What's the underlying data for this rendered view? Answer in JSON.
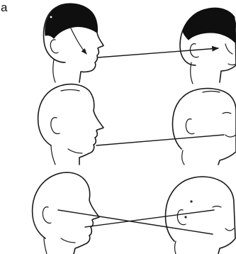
{
  "figure": {
    "label": "a"
  },
  "rows": [
    {
      "id": "top",
      "left_head": {
        "cap": "dark",
        "facing": "right"
      },
      "right_head": {
        "cap": "dark",
        "facing": "right"
      },
      "connection": "left-head-to-right-head-straight-arrow"
    },
    {
      "id": "middle",
      "left_head": {
        "cap": "none",
        "facing": "right"
      },
      "right_head": {
        "cap": "none",
        "facing": "right"
      },
      "connection": "chin-to-mouth-straight-line"
    },
    {
      "id": "bottom",
      "left_head": {
        "cap": "none",
        "facing": "right"
      },
      "right_head": {
        "cap": "none",
        "facing": "right"
      },
      "connection": "crossed-lines"
    }
  ],
  "colors": {
    "ink": "#1a1a1a",
    "cap_fill": "#0f0f0f",
    "background": "#ffffff"
  }
}
